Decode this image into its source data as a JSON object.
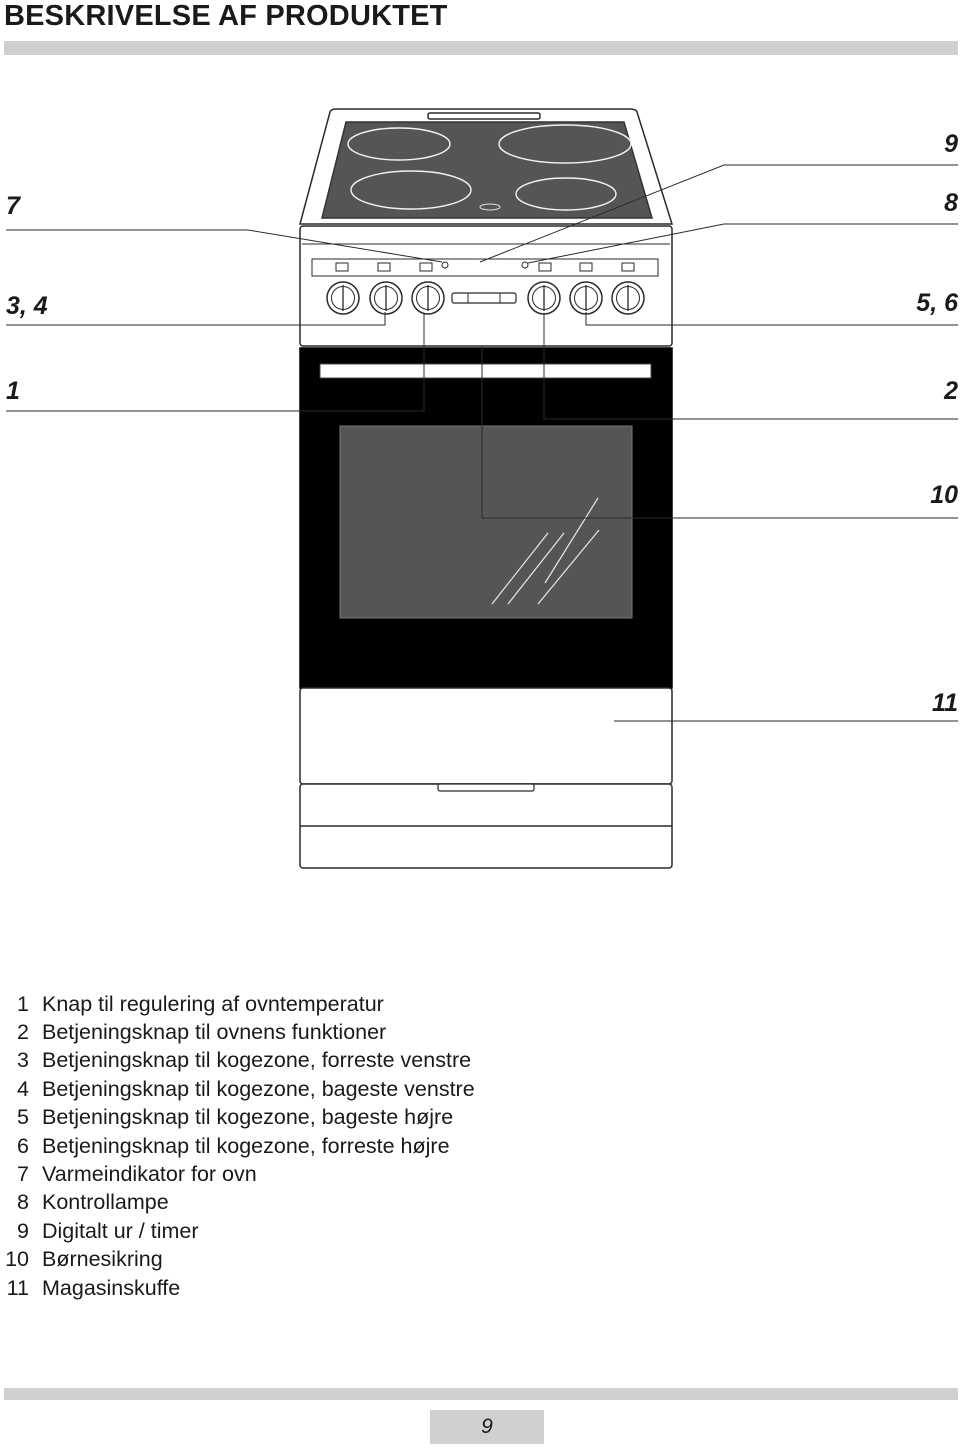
{
  "header": {
    "title": "BESKRIVELSE AF PRODUKTET"
  },
  "callouts": {
    "c7": "7",
    "c34": "3, 4",
    "c1": "1",
    "c9": "9",
    "c8": "8",
    "c56": "5, 6",
    "c2": "2",
    "c10": "10",
    "c11": "11"
  },
  "legend": {
    "items": [
      {
        "num": "1",
        "text": "Knap til regulering af ovntemperatur"
      },
      {
        "num": "2",
        "text": "Betjeningsknap til ovnens funktioner"
      },
      {
        "num": "3",
        "text": "Betjeningsknap til kogezone, forreste venstre"
      },
      {
        "num": "4",
        "text": "Betjeningsknap til kogezone, bageste venstre"
      },
      {
        "num": "5",
        "text": "Betjeningsknap til kogezone, bageste højre"
      },
      {
        "num": "6",
        "text": "Betjeningsknap til kogezone, forreste højre"
      },
      {
        "num": "7",
        "text": "Varmeindikator for ovn"
      },
      {
        "num": "8",
        "text": "Kontrollampe"
      },
      {
        "num": "9",
        "text": "Digitalt ur / timer"
      },
      {
        "num": "10",
        "text": "Børnesikring"
      },
      {
        "num": "11",
        "text": "Magasinskuffe"
      }
    ]
  },
  "footer": {
    "page_number": "9"
  }
}
